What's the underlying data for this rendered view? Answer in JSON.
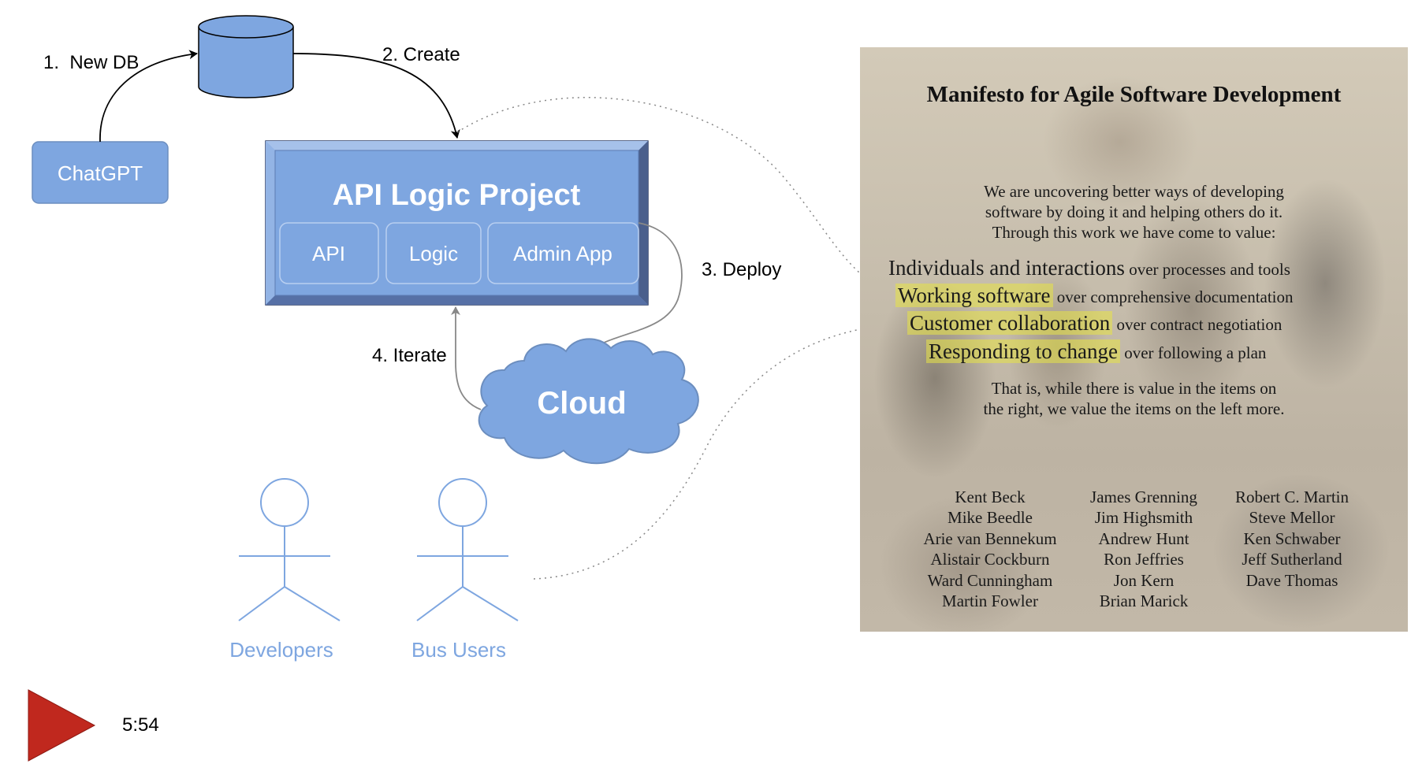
{
  "diagram": {
    "edges": {
      "new_db": "1.  New DB",
      "create": "2. Create",
      "deploy": "3. Deploy",
      "iterate": "4. Iterate"
    },
    "nodes": {
      "chatgpt": "ChatGPT",
      "project_title": "API Logic Project",
      "api": "API",
      "logic": "Logic",
      "admin_app": "Admin App",
      "cloud": "Cloud"
    },
    "actors": {
      "developers": "Developers",
      "bus_users": "Bus Users"
    },
    "colors": {
      "node_fill": "#7ea6e0",
      "node_stroke": "#6c8ebf",
      "project_bevel_dark": "#4a5f8c",
      "cloud_stroke": "#6c8ebf",
      "actor_stroke": "#7ea6e0",
      "play_button": "#c0281e"
    }
  },
  "player": {
    "time": "5:54",
    "play_icon": "play-icon"
  },
  "manifesto": {
    "title": "Manifesto for Agile Software Development",
    "intro": [
      "We are uncovering better ways of developing",
      "software by doing it and helping others do it.",
      "Through this work we have come to value:"
    ],
    "values": [
      {
        "lead": "Individuals and interactions",
        "rest": " over processes and tools",
        "highlighted": false
      },
      {
        "lead": "Working software",
        "rest": " over comprehensive documentation",
        "highlighted": true
      },
      {
        "lead": "Customer collaboration",
        "rest": " over contract negotiation",
        "highlighted": true
      },
      {
        "lead": "Responding to change",
        "rest": " over following a plan",
        "highlighted": true
      }
    ],
    "outro": [
      "That is, while there is value in the items on",
      "the right, we value the items on the left more."
    ],
    "signatories": [
      [
        "Kent Beck",
        "Mike Beedle",
        "Arie van Bennekum",
        "Alistair Cockburn",
        "Ward Cunningham",
        "Martin Fowler"
      ],
      [
        "James Grenning",
        "Jim Highsmith",
        "Andrew Hunt",
        "Ron Jeffries",
        "Jon Kern",
        "Brian Marick"
      ],
      [
        "Robert C. Martin",
        "Steve Mellor",
        "Ken Schwaber",
        "Jeff Sutherland",
        "Dave Thomas"
      ]
    ]
  }
}
